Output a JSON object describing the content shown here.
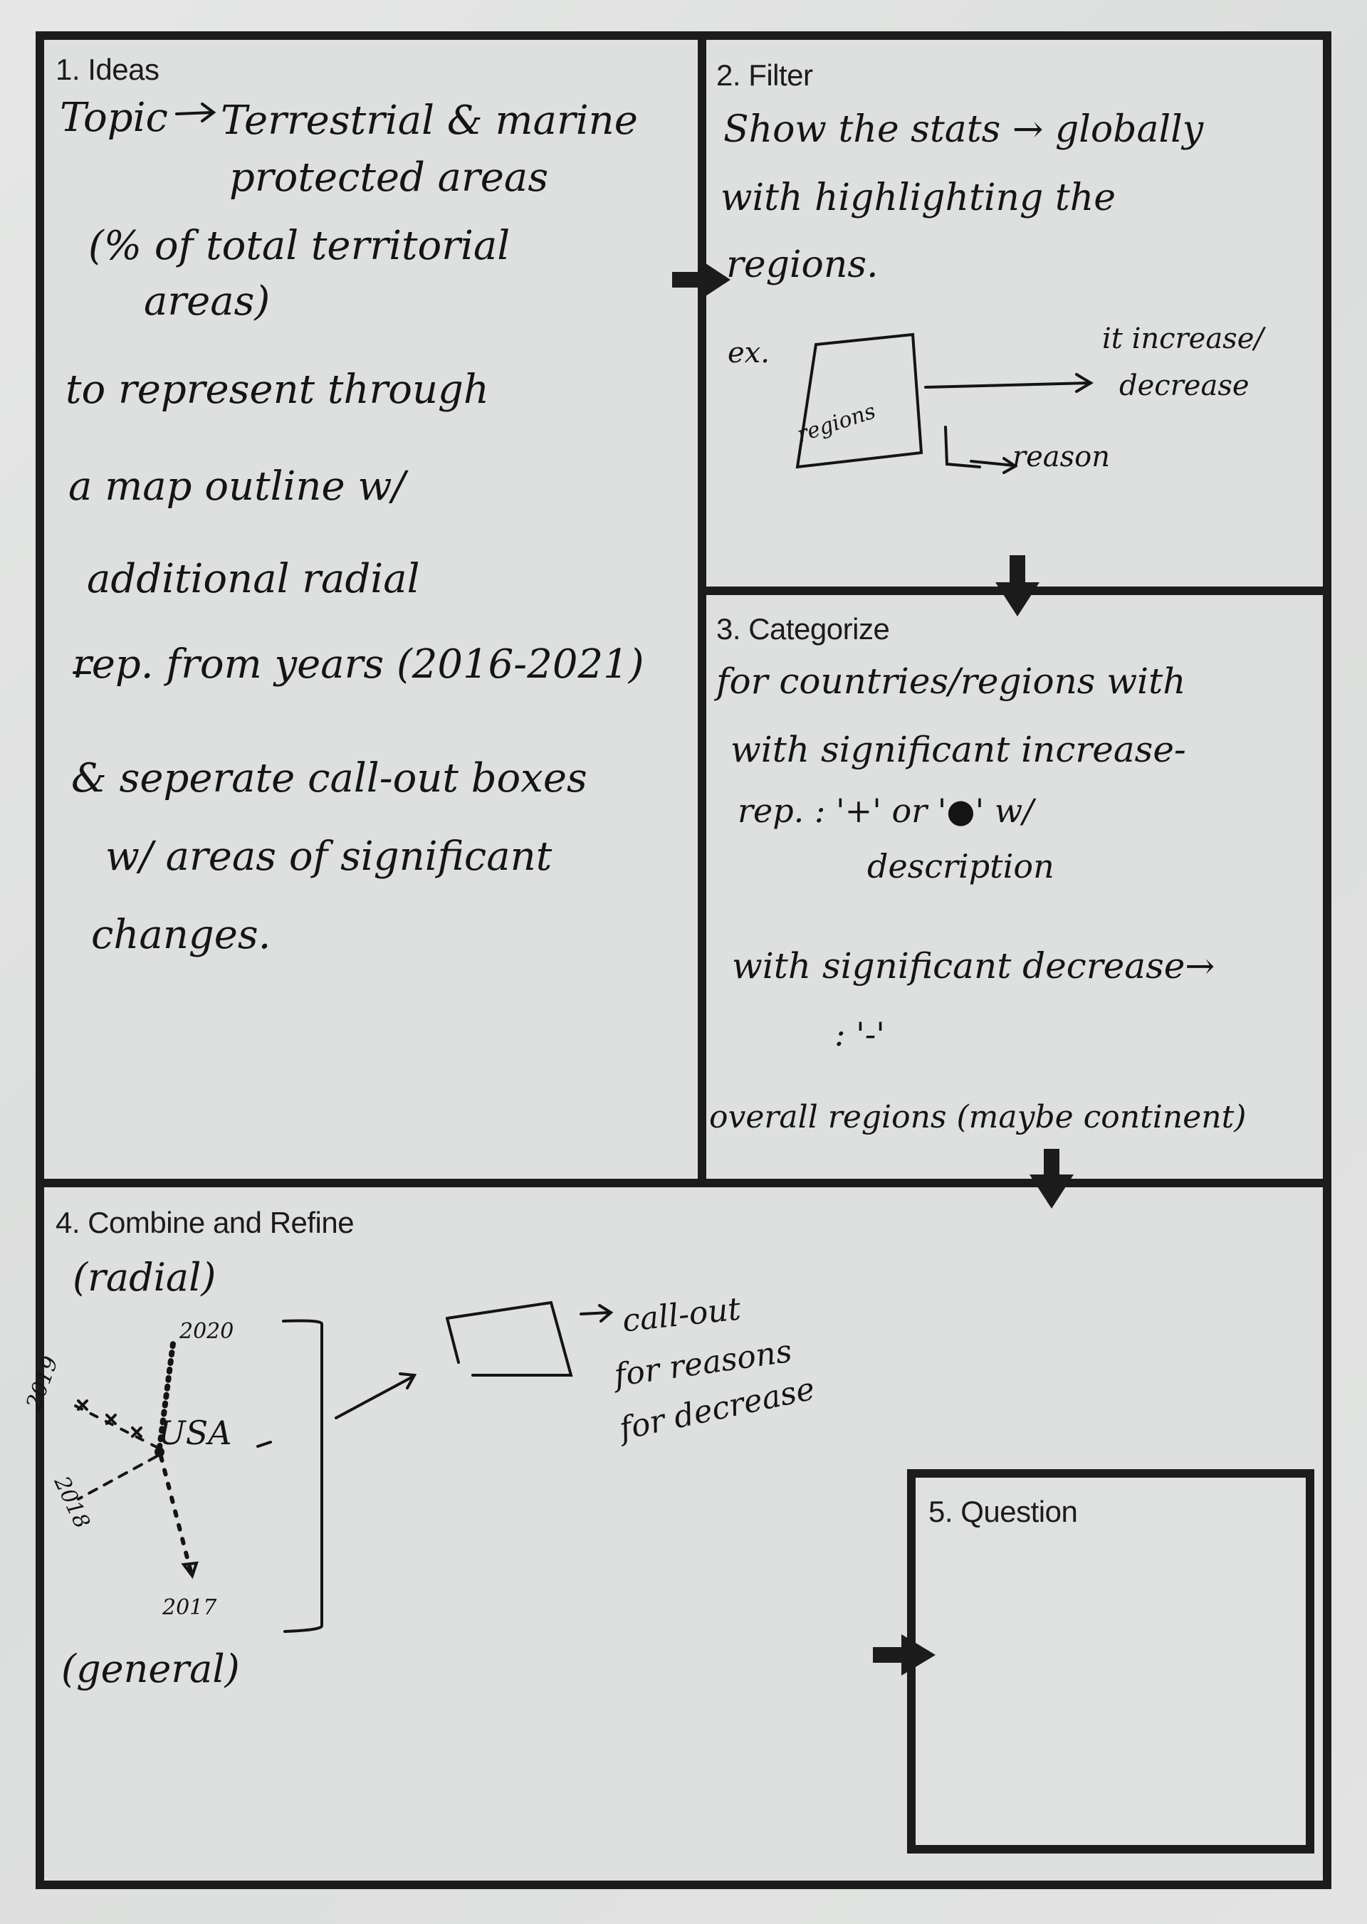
{
  "panels": {
    "ideas": {
      "title": "1. Ideas",
      "topic_label": "Topic",
      "topic_text_1": "Terrestrial & marine",
      "topic_text_2": "protected areas",
      "pct_line_1": "(% of total territorial",
      "pct_line_2": "areas)",
      "lines": [
        "to represent through",
        "a map outline w/",
        "additional radial",
        "rep. from years (2016-2021)",
        "& seperate call-out boxes",
        "w/ areas of significant",
        "changes."
      ]
    },
    "filter": {
      "title": "2. Filter",
      "lines": [
        "Show the stats → globally",
        "with highlighting the",
        "regions."
      ],
      "example_label": "ex.",
      "box_label": "regions",
      "increase_1": "it increase/",
      "increase_2": "decrease",
      "reason": "reason"
    },
    "categorize": {
      "title": "3. Categorize",
      "lines": [
        "for countries/regions with",
        "with significant increase-",
        "rep. : '+' or '●' w/",
        "description",
        "with significant decrease→",
        ": '-'",
        "overall regions (maybe continent)"
      ]
    },
    "combine": {
      "title": "4. Combine and Refine",
      "radial_label": "(radial)",
      "center": "USA",
      "years": [
        "2020",
        "2019",
        "2018",
        "2017"
      ],
      "general_label": "(general)",
      "callout_1": "call-out",
      "callout_2": "for reasons",
      "callout_3": "for decrease"
    },
    "question": {
      "title": "5. Question"
    }
  },
  "colors": {
    "ink": "#141414",
    "frame": "#1c1c1c",
    "paper": "#dee0df"
  }
}
